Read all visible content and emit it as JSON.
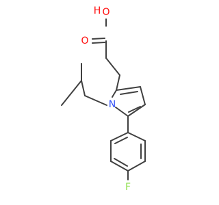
{
  "molecule": {
    "atoms": {
      "hydroxyl_o": {
        "symbol": "O",
        "hydrogen": "H",
        "color": "#ff0d0d"
      },
      "carbonyl_o": {
        "symbol": "O",
        "color": "#ff0d0d"
      },
      "nitrogen": {
        "symbol": "N",
        "color": "#3050f8"
      },
      "fluorine": {
        "symbol": "F",
        "color": "#90e050"
      }
    },
    "colors": {
      "bond": "#404040",
      "background": "#ffffff"
    }
  }
}
